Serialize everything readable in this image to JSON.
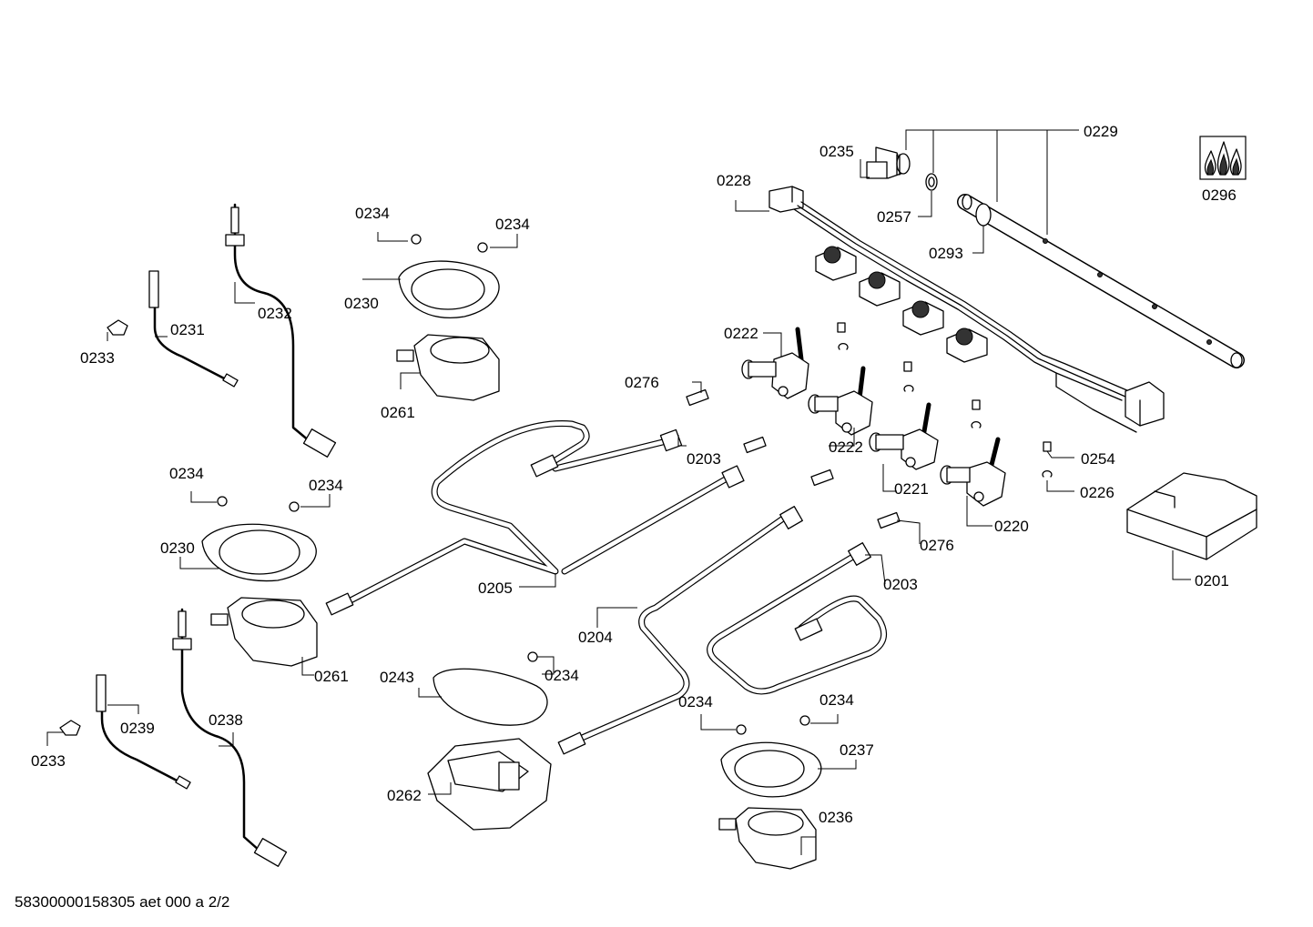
{
  "footer": {
    "document_id": "58300000158305 aet 000 a 2/2"
  },
  "icon": {
    "name": "gas-flame-icon",
    "label": "0296"
  },
  "parts": {
    "p0201": "0201",
    "p0203a": "0203",
    "p0203b": "0203",
    "p0204": "0204",
    "p0205": "0205",
    "p0220": "0220",
    "p0221": "0221",
    "p0222a": "0222",
    "p0222b": "0222",
    "p0226": "0226",
    "p0228": "0228",
    "p0229": "0229",
    "p0230a": "0230",
    "p0230b": "0230",
    "p0231": "0231",
    "p0232": "0232",
    "p0233a": "0233",
    "p0233b": "0233",
    "p0234a": "0234",
    "p0234b": "0234",
    "p0234c": "0234",
    "p0234d": "0234",
    "p0234e": "0234",
    "p0234f": "0234",
    "p0234g": "0234",
    "p0235": "0235",
    "p0236": "0236",
    "p0237": "0237",
    "p0238": "0238",
    "p0239": "0239",
    "p0243": "0243",
    "p0254": "0254",
    "p0257": "0257",
    "p0261a": "0261",
    "p0261b": "0261",
    "p0262": "0262",
    "p0276a": "0276",
    "p0276b": "0276",
    "p0293": "0293"
  }
}
